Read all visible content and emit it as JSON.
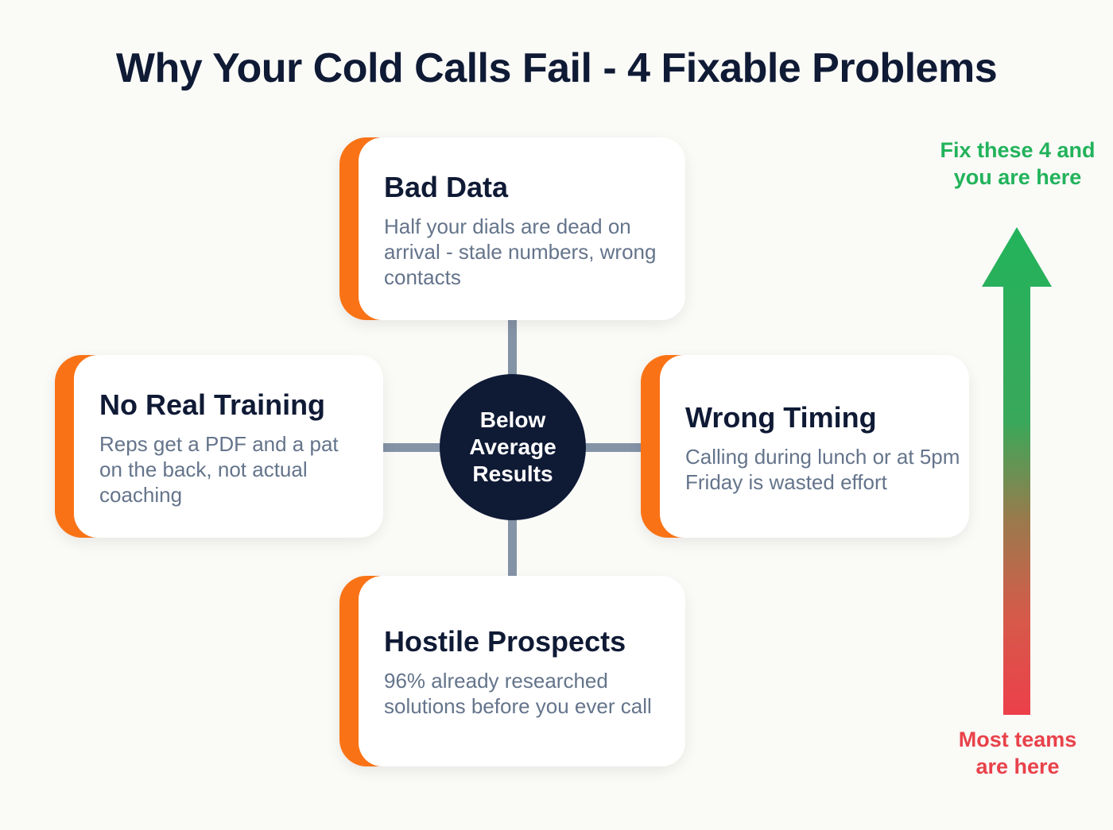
{
  "title": "Why Your Cold Calls Fail - 4 Fixable Problems",
  "hub": {
    "label": "Below Average Results"
  },
  "problems": [
    {
      "title": "Bad Data",
      "description": "Half your dials are dead on arrival - stale numbers, wrong contacts",
      "position": "top"
    },
    {
      "title": "No Real Training",
      "description": "Reps get a PDF and a pat on the back, not actual coaching",
      "position": "left"
    },
    {
      "title": "Wrong Timing",
      "description": "Calling during lunch or at 5pm Friday is wasted effort",
      "position": "right"
    },
    {
      "title": "Hostile Prospects",
      "description": "96% already researched solutions before you ever call",
      "position": "bottom"
    }
  ],
  "progress_arrow": {
    "top_label": "Fix these 4 and you are here",
    "bottom_label": "Most teams are here",
    "top_color": "#22b35b",
    "bottom_color": "#e8424a"
  },
  "colors": {
    "accent": "#f97316",
    "navy": "#0f1a35",
    "muted_text": "#64748b",
    "connector": "#8593a6"
  }
}
